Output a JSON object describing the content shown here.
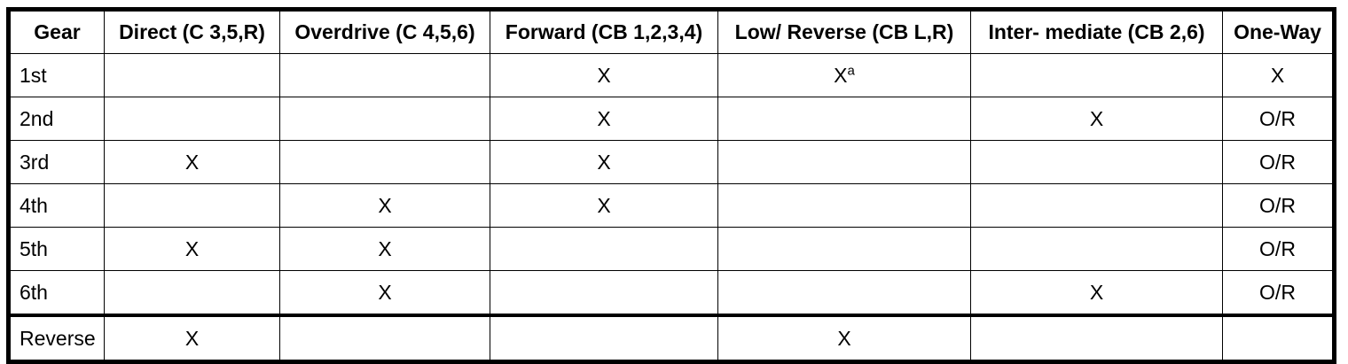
{
  "table": {
    "columns": [
      {
        "key": "gear",
        "label": "Gear"
      },
      {
        "key": "direct",
        "label": "Direct (C 3,5,R)"
      },
      {
        "key": "overdrive",
        "label": "Overdrive (C 4,5,6)"
      },
      {
        "key": "forward",
        "label": "Forward (CB 1,2,3,4)"
      },
      {
        "key": "lowreverse",
        "label": "Low/ Reverse (CB L,R)"
      },
      {
        "key": "intermediate",
        "label": "Inter- mediate (CB 2,6)"
      },
      {
        "key": "oneway",
        "label": "One-Way"
      }
    ],
    "rows": [
      {
        "gear": "1st",
        "direct": "",
        "overdrive": "",
        "forward": "X",
        "lowreverse": "X",
        "lowreverse_superscript": "a",
        "intermediate": "",
        "oneway": "X"
      },
      {
        "gear": "2nd",
        "direct": "",
        "overdrive": "",
        "forward": "X",
        "lowreverse": "",
        "lowreverse_superscript": "",
        "intermediate": "X",
        "oneway": "O/R"
      },
      {
        "gear": "3rd",
        "direct": "X",
        "overdrive": "",
        "forward": "X",
        "lowreverse": "",
        "lowreverse_superscript": "",
        "intermediate": "",
        "oneway": "O/R"
      },
      {
        "gear": "4th",
        "direct": "",
        "overdrive": "X",
        "forward": "X",
        "lowreverse": "",
        "lowreverse_superscript": "",
        "intermediate": "",
        "oneway": "O/R"
      },
      {
        "gear": "5th",
        "direct": "X",
        "overdrive": "X",
        "forward": "",
        "lowreverse": "",
        "lowreverse_superscript": "",
        "intermediate": "",
        "oneway": "O/R"
      },
      {
        "gear": "6th",
        "direct": "",
        "overdrive": "X",
        "forward": "",
        "lowreverse": "",
        "lowreverse_superscript": "",
        "intermediate": "X",
        "oneway": "O/R"
      },
      {
        "gear": "Reverse",
        "direct": "X",
        "overdrive": "",
        "forward": "",
        "lowreverse": "X",
        "lowreverse_superscript": "",
        "intermediate": "",
        "oneway": ""
      }
    ]
  },
  "colors": {
    "border": "#000000",
    "background": "#ffffff",
    "text": "#000000"
  }
}
